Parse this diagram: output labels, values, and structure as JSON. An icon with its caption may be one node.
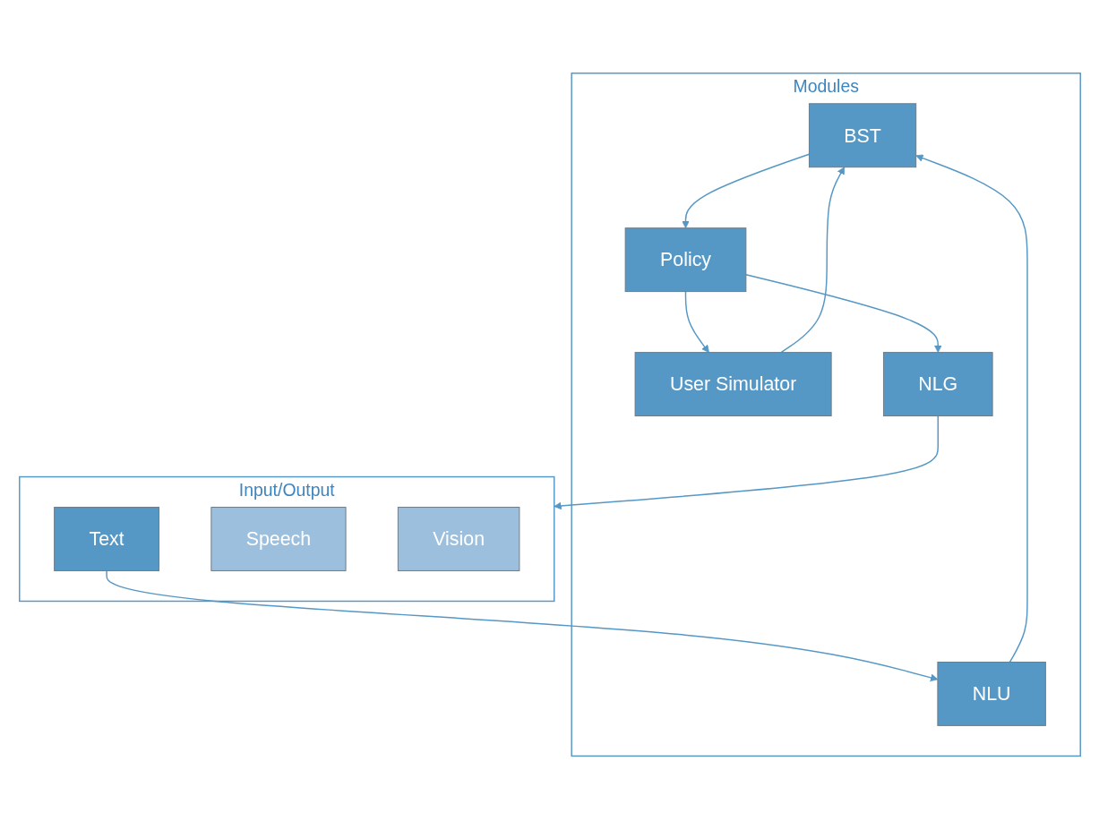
{
  "diagram": {
    "nodes": [
      {
        "text": [
          "Modules"
        ]
      },
      {
        "text": [
          "BST"
        ],
        "in": 0
      },
      {
        "text": [
          "Policy"
        ],
        "in": 0
      },
      {
        "text": [
          "User Simulator"
        ],
        "in": 0
      },
      {
        "text": [
          "NLU"
        ],
        "in": 0
      },
      {
        "text": [
          "NLG"
        ],
        "in": 0
      },
      {
        "text": [
          "Input/Output"
        ]
      },
      {
        "text": [
          "Text"
        ],
        "in": 6
      },
      {
        "text": [
          "Speech"
        ],
        "in": 6
      },
      {
        "text": [
          "Vision"
        ],
        "in": 6
      }
    ],
    "edges": [
      {
        "from": 1,
        "to": 2,
        "arrow": "to"
      },
      {
        "from": 2,
        "to": 3,
        "arrow": "to"
      },
      {
        "from": 3,
        "to": 1,
        "arrow": "to"
      },
      {
        "from": 4,
        "to": 1,
        "arrow": "to"
      },
      {
        "from": 2,
        "to": 5,
        "arrow": "to"
      },
      {
        "from": 7,
        "to": 4,
        "arrow": "to"
      },
      {
        "from": 5,
        "to": 6,
        "arrow": "to"
      }
    ]
  }
}
